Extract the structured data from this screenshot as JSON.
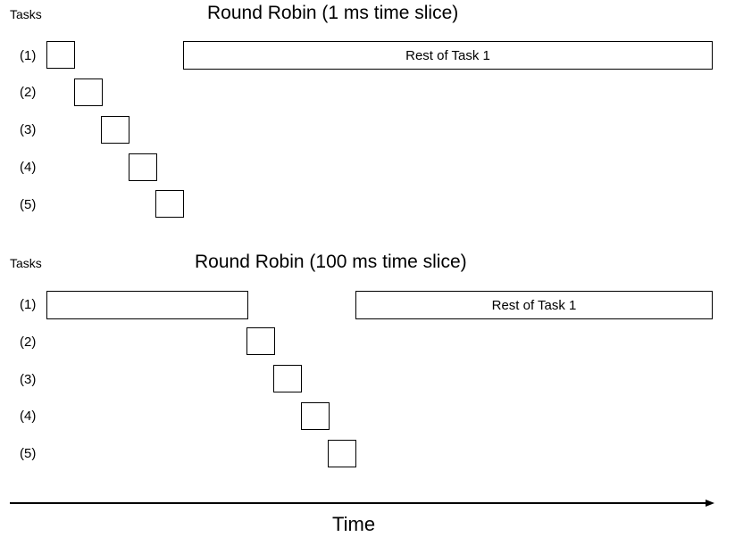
{
  "diagram1": {
    "tasks_header": "Tasks",
    "title": "Round Robin (1 ms time slice)",
    "rows": [
      "(1)",
      "(2)",
      "(3)",
      "(4)",
      "(5)"
    ],
    "rest_label": "Rest of Task 1"
  },
  "diagram2": {
    "tasks_header": "Tasks",
    "title": "Round Robin (100 ms time slice)",
    "rows": [
      "(1)",
      "(2)",
      "(3)",
      "(4)",
      "(5)"
    ],
    "rest_label": "Rest of Task 1"
  },
  "axis": {
    "label": "Time"
  }
}
